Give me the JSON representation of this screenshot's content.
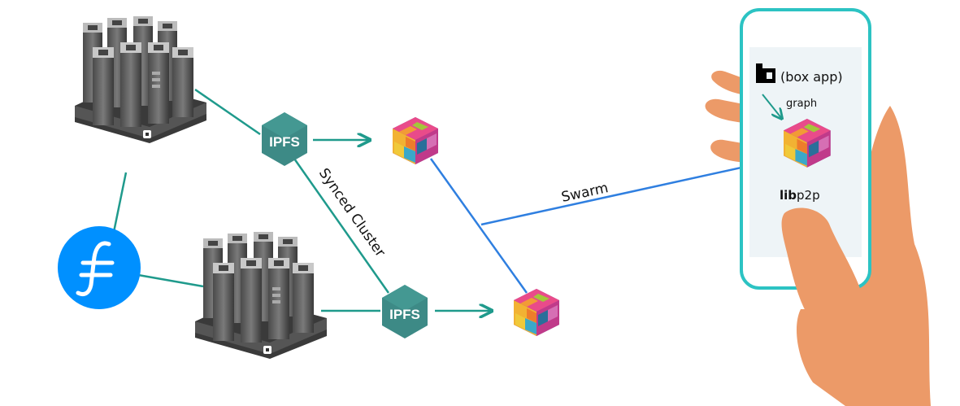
{
  "nodes": {
    "ipfs_top": {
      "label": "IPFS"
    },
    "ipfs_bottom": {
      "label": "IPFS"
    },
    "filecoin": {
      "icon": "filecoin-icon"
    }
  },
  "edges": {
    "cluster_label": "Synced Cluster",
    "swarm_label": "Swarm"
  },
  "phone": {
    "app_label": "(box app)",
    "graph_label": "graph",
    "libp2p_bold": "lib",
    "libp2p_rest": "p2p"
  },
  "colors": {
    "ipfs_teal": "#3d8a86",
    "line_teal": "#1f9a8c",
    "swarm_blue": "#2f7fe0",
    "filecoin_blue": "#0090ff",
    "phone_border": "#2cc3c3",
    "phone_screen": "#eef4f7",
    "hand": "#ec9a68"
  }
}
